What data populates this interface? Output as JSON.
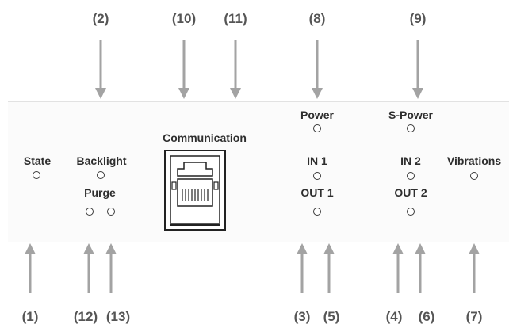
{
  "callouts_top": [
    "(2)",
    "(10)",
    "(11)",
    "(8)",
    "(9)"
  ],
  "callouts_bottom": [
    "(1)",
    "(12)",
    "(13)",
    "(3)",
    "(5)",
    "(4)",
    "(6)",
    "(7)"
  ],
  "labels": {
    "state": "State",
    "backlight": "Backlight",
    "purge": "Purge",
    "communication": "Communication",
    "power": "Power",
    "in1": "IN 1",
    "out1": "OUT 1",
    "s_power": "S-Power",
    "in2": "IN 2",
    "out2": "OUT 2",
    "vibrations": "Vibrations"
  },
  "colors": {
    "arrow": "#a3a3a3",
    "callout_text": "#555555",
    "led_outline": "#3a3a3a",
    "panel": "#fbfbfb"
  }
}
